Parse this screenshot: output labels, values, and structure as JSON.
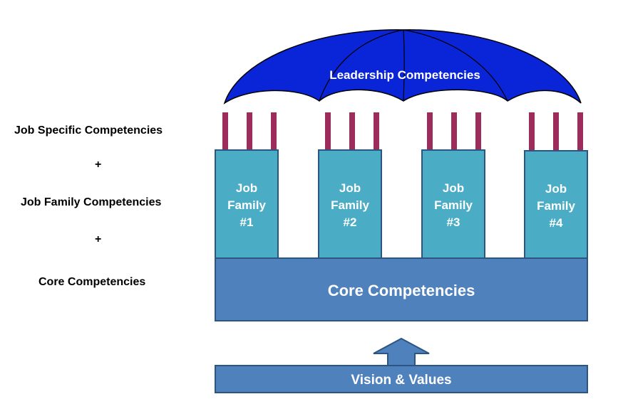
{
  "left_stack": {
    "job_specific": "Job Specific Competencies",
    "plus_1": "+",
    "job_family": "Job Family Competencies",
    "plus_2": "+",
    "core": "Core Competencies"
  },
  "umbrella": {
    "label": "Leadership Competencies"
  },
  "job_families": [
    {
      "line1": "Job",
      "line2": "Family",
      "line3": "#1"
    },
    {
      "line1": "Job",
      "line2": "Family",
      "line3": "#2"
    },
    {
      "line1": "Job",
      "line2": "Family",
      "line3": "#3"
    },
    {
      "line1": "Job",
      "line2": "Family",
      "line3": "#4"
    }
  ],
  "core_bar": {
    "label": "Core Competencies"
  },
  "foundation": {
    "label": "Vision & Values"
  },
  "colors": {
    "umbrella_fill": "#0a24d8",
    "pillar_fill": "#4bacc6",
    "core_fill": "#4f81bd",
    "border": "#2c5582",
    "post_fill": "#9b2c5c"
  }
}
